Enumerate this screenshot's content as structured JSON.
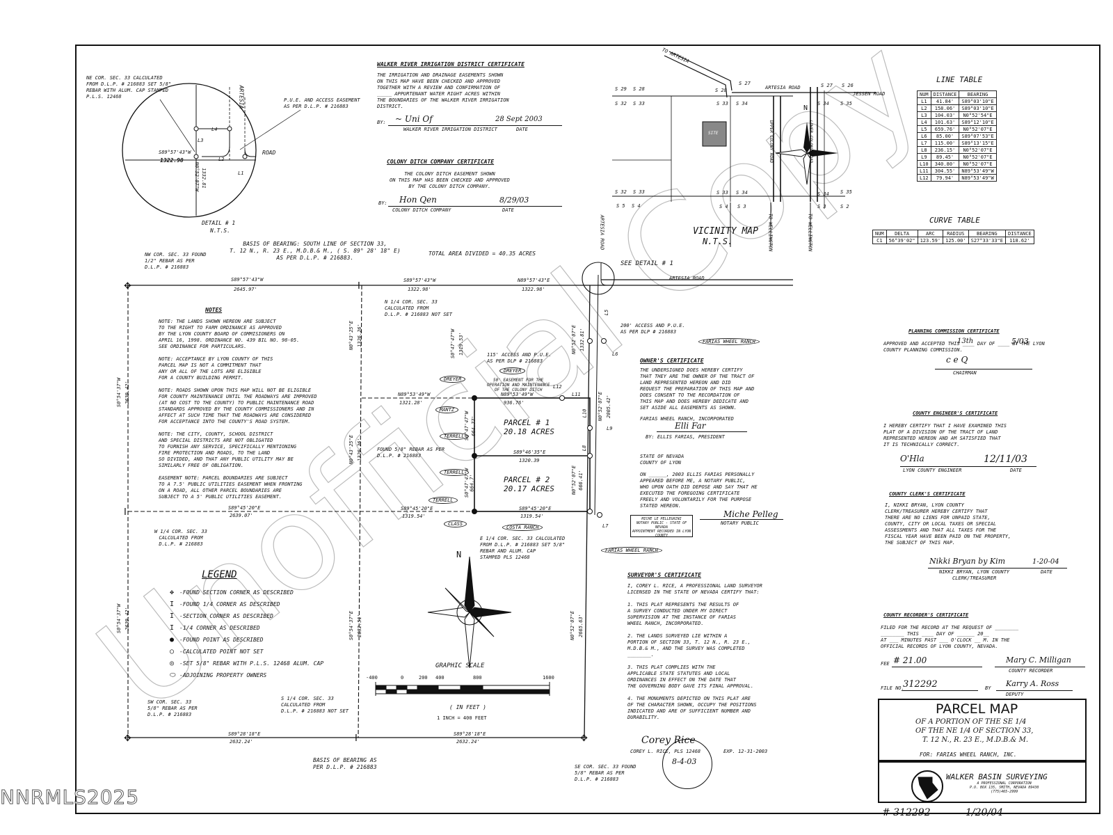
{
  "watermark": "NNRMLS2025",
  "footer": {
    "file_no": "# 312292",
    "date": "1/20/04"
  },
  "title_block": {
    "title": "PARCEL MAP",
    "line1": "OF A PORTION OF THE SE 1/4",
    "line2": "OF THE NE 1/4 OF SECTION 33,",
    "line3": "T. 12 N., R. 23 E., M.D.B.& M.",
    "for": "FOR:  FARIAS WHEEL RANCH, INC.",
    "firm": "WALKER BASIN SURVEYING",
    "firm_sub": "A PROFESSIONAL CORPORATION\nP.O. BOX 135, SMITH, NEVADA 89430\n(775)465-2999"
  },
  "detail": {
    "title": "DETAIL # 1",
    "nts": "N.T.S.",
    "ne_cor": "NE COR. SEC. 33 CALCULATED\nFROM D.L.P. # 216883 SET 5/8\"\nREBAR WITH ALUM. CAP STAMPED\nP.L.S. 12468",
    "pue": "P.U.E. AND ACCESS EASEMENT\nAS PER D.L.P. # 216883",
    "road": "ROAD",
    "artesia": "ARTESIA",
    "brg1": "S89°57'43\"W",
    "dist1": "1322.98",
    "brg2": "N0°52'07\"W",
    "dist2": "1332.81"
  },
  "walker": {
    "heading": "WALKER RIVER IRRIGATION DISTRICT CERTIFICATE",
    "body": "THE IRRIGATION AND DRAINAGE EASEMENTS SHOWN\nON THIS MAP HAVE BEEN CHECKED AND APPROVED\nTOGETHER WITH A REVIEW AND CONFIRMATION OF\n_____ APPURTENANT WATER RIGHT ACRES WITHIN\nTHE BOUNDARIES OF THE WALKER RIVER IRRIGATION\nDISTRICT.",
    "by": "BY:",
    "sign": "WALKER RIVER IRRIGATION DISTRICT",
    "date_lbl": "DATE",
    "date": "28 Sept 2003"
  },
  "colony": {
    "heading": "COLONY DITCH COMPANY CERTIFICATE",
    "body": "THE COLONY DITCH EASEMENT SHOWN\nON THIS MAP HAS BEEN CHECKED AND APPROVED\nBY THE COLONY DITCH COMPANY.",
    "by": "BY:",
    "sign": "COLONY DITCH COMPANY",
    "date_lbl": "DATE",
    "date": "8/29/03"
  },
  "basis": {
    "text": "BASIS OF BEARING:  SOUTH LINE OF SECTION 33,\nT. 12 N., R. 23 E., M.D.B.& M., ( S. 89° 28' 18\" E)\nAS PER D.L.P. # 216883.",
    "total": "TOTAL AREA DIVIDED = 40.35 ACRES"
  },
  "vicinity": {
    "title": "VICINITY MAP",
    "nts": "N.T.S.",
    "to_artesia": "TO ARTESIA",
    "artesia_road": "ARTESIA ROAD",
    "jessen": "JESSEN ROAD",
    "upper": "UPPER COLONY ROAD",
    "lower": "LOWER COLONY ROAD",
    "to_well1": "TO WELLINGTON",
    "to_well2": "TO WELLINGTON",
    "artesia_v": "ARTESIA ROAD",
    "site": "SITE",
    "s29": "S 29",
    "s28": "S 28",
    "s28b": "S 28",
    "s27": "S 27",
    "s27b": "S 27",
    "s26": "S 26",
    "s32": "S 32",
    "s33": "S 33",
    "s33b": "S 33",
    "s34": "S 34",
    "s34b": "S 34",
    "s35": "S 35",
    "s32b": "S 32",
    "s33c": "S 33",
    "s33d": "S 33",
    "s34c": "S 34",
    "s34d": "S 34",
    "s35b": "S 35",
    "s5": "S 5",
    "s4": "S 4",
    "s4b": "S 4",
    "s3": "S 3",
    "s3b": "S 3",
    "s2": "S 2"
  },
  "line_table": {
    "title": "LINE TABLE",
    "headers": [
      "NUM",
      "DISTANCE",
      "BEARING"
    ],
    "rows": [
      [
        "L1",
        "41.84'",
        "S89°03'10\"E"
      ],
      [
        "L2",
        "158.06'",
        "S89°03'10\"E"
      ],
      [
        "L3",
        "104.03'",
        "N0°52'54\"E"
      ],
      [
        "L4",
        "101.63'",
        "S89°12'10\"E"
      ],
      [
        "L5",
        "659.76'",
        "N0°52'07\"E"
      ],
      [
        "L6",
        "85.00'",
        "S89°07'53\"E"
      ],
      [
        "L7",
        "115.00'",
        "S89°13'15\"E"
      ],
      [
        "L8",
        "236.15'",
        "N0°52'07\"E"
      ],
      [
        "L9",
        "89.45'",
        "N0°52'07\"E"
      ],
      [
        "L10",
        "340.80'",
        "N0°52'07\"E"
      ],
      [
        "L11",
        "304.55'",
        "N89°53'49\"W"
      ],
      [
        "L12",
        "79.94'",
        "N89°53'49\"W"
      ]
    ]
  },
  "curve_table": {
    "title": "CURVE TABLE",
    "headers": [
      "NUM",
      "DELTA",
      "ARC",
      "RADIUS",
      "BEARING",
      "DISTANCE"
    ],
    "rows": [
      [
        "C1",
        "56°39'02\"",
        "123.59'",
        "125.00'",
        "S27°33'33\"E",
        "118.62'"
      ]
    ]
  },
  "notes": {
    "heading": "NOTES",
    "body": "NOTE:  THE LANDS SHOWN HEREON ARE SUBJECT\nTO THE RIGHT TO FARM ORDINANCE AS APPROVED\nBY THE LYON COUNTY BOARD OF COMMISIONERS ON\nAPRIL 16, 1998.  ORDINANCE NO. 439 BIL NO. 98-05.\nSEE ORDINANCE FOR PARTICULARS.\n\nNOTE:  ACCEPTANCE BY LYON COUNTY OF THIS\nPARCEL MAP IS NOT A COMMITMENT THAT\nANY OR ALL OF THE LOTS ARE ELIGIBLE\nFOR A COUNTY BUILDING PERMIT.\n\nNOTE:  ROADS SHOWN UPON THIS MAP WILL NOT BE ELIGIBLE\nFOR COUNTY MAINTENANCE UNTIL THE ROADWAYS ARE IMPROVED\n(AT NO COST TO THE COUNTY) TO PUBLIC MAINTENANCE ROAD\nSTANDARDS APPROVED BY THE COUNTY COMMISSIONERS AND IN\nAFFECT AT SUCH TIME THAT THE ROADWAYS ARE CONSIDERED\nFOR ACCEPTANCE INTO THE COUNTY'S ROAD SYSTEM.\n\nNOTE:  THE CITY, COUNTY, SCHOOL DISTRICT\nAND SPECIAL DISTRICTS ARE NOT OBLIGATED\nTO FURNISH ANY SERVICE, SPECIFICALLY MENTIONING\nFIRE PROTECTION AND ROADS, TO THE LAND\nSO DIVIDED, AND THAT ANY PUBLIC UTILITY MAY BE\nSIMILARLY FREE OF OBLIGATION.\n\nEASEMENT NOTE:  PARCEL BOUNDARIES ARE SUBJECT\nTO A 7.5' PUBLIC UTILITIES EASEMENT WHEN FRONTING\nON A ROAD, ALL OTHER PARCEL BOUNDARIES ARE\nSUBJECT TO A 5' PUBLIC UTILITIES EASEMENT."
  },
  "plat": {
    "nw_cor": "NW COR. SEC. 33 FOUND\n1/2\" REBAR AS PER\nD.L.P. # 216883",
    "n14": "N 1/4 COR. SEC. 33\nCALCULATED FROM\nD.L.P. # 216883 NOT SET",
    "see_detail": "SEE DETAIL # 1",
    "artesia_road": "ARTESIA ROAD",
    "brg_n1": "S89°57'43\"W",
    "dist_n1": "2645.97'",
    "brg_n2": "S89°57'43\"W",
    "dist_n2": "1322.98'",
    "brg_n3": "N89°57'43\"E",
    "dist_n3": "1322.98'",
    "access200": "200' ACCESS AND P.U.E.\nAS PER DLP # 216883",
    "access115": "115' ACCESS AND P.U.E.\nAS PER DLP # 216883",
    "ditch": "50' EASEMENT FOR THE\nOPERATION AND MAINTENANCE\nOF THE COLONY DITCH",
    "p1_name": "PARCEL # 1",
    "p1_acres": "20.18 ACRES",
    "p2_name": "PARCEL # 2",
    "p2_acres": "20.17 ACRES",
    "brg_p1n": "N89°53'49\"W",
    "dist_p1n": "936.76'",
    "brg_w1": "N89°53'49\"W",
    "dist_w1": "1321.28'",
    "brg_mid": "S89°46'35\"E",
    "dist_mid": "1320.39",
    "found_rebar": "FOUND 5/8\" REBAR AS PER\nD.L.P. # 216883",
    "brg_c1": "S89°45'20\"E",
    "dist_c1": "2639.07'",
    "brg_c2": "S89°45'20\"E",
    "dist_c2": "1319.54'",
    "brg_c3": "S89°45'20\"E",
    "dist_c3": "1319.54'",
    "w14": "W 1/4  COR. SEC. 33\nCALCULATED FROM\nD.L.P. # 216883",
    "e14": "E 1/4 COR. SEC. 33 CALCULATED\nFROM D.L.P. # 216883 SET 5/8\"\nREBAR AND ALUM. CAP\nSTAMPED PLS 12468",
    "sw_cor": "SW COR. SEC. 33\n5/8\" REBAR AS PER\nD.L.P. # 216883",
    "s14": "S 1/4 COR. SEC. 33\nCALCULATED FROM\nD.L.P. # 216883 NOT SET",
    "se_cor": "SE COR. SEC. 33 FOUND\n5/8\" REBAR AS PER\nD.L.P. # 216883",
    "brg_s1": "S89°28'18\"E",
    "dist_s1": "2632.24'",
    "brg_s2": "S89°28'18\"E",
    "dist_s2": "2632.24'",
    "basis2": "BASIS OF BEARING AS\nPER D.L.P. # 216883",
    "v_w1": "S0°54'37\"W",
    "v_w1d": "2639.42'",
    "v_w2": "S0°54'37\"W",
    "v_w2d": "2639.42'",
    "v_m1": "N0°43'25\"E",
    "v_m1d": "1326.26'",
    "v_m2": "N0°43'25\"E",
    "v_m2d": "1326.26'",
    "v_m3": "S0°47'47\"W",
    "v_m3d": "1319.53'",
    "v_m4": "S0°54'37\"E",
    "v_m4d": "2632.51'",
    "v_e1": "N0°52'07\"E",
    "v_e1d": "1332.81'",
    "v_e2": "N0°52'07\"E",
    "v_e2d": "2005.42'",
    "v_e3": "N0°52'07\"E",
    "v_e3d": "2665.63'",
    "v_e4": "N0°52'07\"E",
    "v_e4d": "666.41'",
    "v_p1": "S0°47'47\"W",
    "v_p1d": "664.77'",
    "v_p2": "S0°47'47\"W",
    "v_p2d": "664.7'",
    "lbl_l5": "L5",
    "lbl_l6": "L6",
    "lbl_l7": "L7",
    "lbl_l8": "L8",
    "lbl_l9": "L9",
    "lbl_l10": "L10",
    "lbl_l11": "L11",
    "lbl_l12": "L12",
    "detail_l1": "L1",
    "detail_l2": "L2",
    "detail_l3": "L3",
    "detail_l4": "L4",
    "adj": [
      "DREYER",
      "DREYER",
      "MANTZ",
      "TERRELL",
      "TERRELL",
      "TERRELL",
      "CLASS",
      "COSTA RANCH",
      "FARIAS WHEEL RANCH",
      "FARIAS WHEEL RANCH"
    ]
  },
  "legend": {
    "title": "LEGEND",
    "items": [
      "-FOUND SECTION CORNER AS DESCRIBED",
      "-FOUND 1/4 CORNER AS DESCRIBED",
      "-SECTION CORNER AS DESCRIBED",
      "-1/4 CORNER AS DESCRIBED",
      "-FOUND POINT AS DESCRIBED",
      "-CALCULATED POINT NOT SET",
      "-SET 5/8\" REBAR WITH P.L.S. 12468 ALUM. CAP",
      "-ADJOINING PROPERTY OWNERS"
    ],
    "symbols": [
      "✥",
      "I",
      "I",
      "I",
      "●",
      "○",
      "◎",
      "⬭"
    ]
  },
  "scale": {
    "title": "GRAPHIC SCALE",
    "ticks": [
      "-400",
      "0",
      "200",
      "400",
      "800",
      "1600"
    ],
    "unit": "( IN FEET )",
    "ratio": "1 inch = 400 feet"
  },
  "owners": {
    "heading": "OWNER'S CERTIFICATE",
    "body": "THE UNDERSIGNED DOES HEREBY CERTIFY\nTHAT THEY ARE THE OWNER OF THE TRACT OF\nLAND REPRESENTED HEREON AND DID\nREQUEST THE PREPARATION OF THIS MAP AND\nDOES CONSENT TO THE RECORDATION OF\nTHIS MAP AND DOES HEREBY DEDICATE AND\nSET ASIDE ALL EASEMENTS AS SHOWN.",
    "company": "FARIAS WHEEL RANCH, INCORPORATED",
    "by": "BY:  ELLIS FARIAS,  PRESIDENT",
    "state": "STATE OF NEVADA\nCOUNTY OF LYON",
    "notary_body": "ON ______, 2003 ELLIS FARIAS PERSONALLY\nAPPEARED BEFORE ME, A NOTARY PUBLIC,\nWHO UPON OATH DID DEPOSE AND SAY THAT HE\nEXECUTED THE FOREGOING CERTIFICATE\nFREELY AND VOLUNTARILY FOR THE PURPOSE\nSTATED HEREON.",
    "notary": "NOTARY PUBLIC",
    "seal": "MICHE LE PELLEGRINI\nNotary Public - State of Nevada\nAppointment Recorded in Lyon County"
  },
  "planning": {
    "heading": "PLANNING COMMISSION CERTIFICATE",
    "body": "APPROVED AND ACCEPTED THIS ____ DAY OF ____ BY THE LYON\nCOUNTY PLANNING COMMISSION.",
    "chair": "CHAIRMAN",
    "day": "13th",
    "month": "5/03"
  },
  "engineer": {
    "heading": "COUNTY ENGINEER'S CERTIFICATE",
    "body": "I HEREBY CERTIFY THAT I HAVE EXAMINED THIS\nPLAT OF A DIVISION OF THE TRACT OF LAND\nREPRESENTED HEREON AND AM SATISFIED THAT\nIT IS TECHNICALLY CORRECT.",
    "sign": "LYON COUNTY ENGINEER",
    "date_lbl": "DATE",
    "date": "12/11/03"
  },
  "clerk": {
    "heading": "COUNTY CLERK'S CERTIFICATE",
    "body": "I, NIKKI BRYAN, LYON COUNTY\nCLERK/TREASURER HEREBY CERTIFY THAT\nTHERE ARE NO LIENS FOR UNPAID STATE,\nCOUNTY, CITY OR LOCAL TAXES OR SPECIAL\nASSESSMENTS AND THAT ALL TAXES FOR THE\nFISCAL YEAR HAVE BEEN PAID ON THE PROPERTY,\nTHE SUBJECT OF THIS MAP.",
    "sign": "NIKKI BRYAN, LYON COUNTY\nCLERK/TREASURER",
    "date_lbl": "DATE",
    "date": "1-20-04"
  },
  "recorder": {
    "heading": "COUNTY RECORDER'S CERTIFICATE",
    "body": "FILED FOR THE RECORD AT THE REQUEST OF ________\n________ THIS ____ DAY OF ______ 20__\nAT ___ MINUTES PAST ___ O'CLOCK __ M. IN THE\nOFFICIAL RECORDS OF LYON COUNTY, NEVADA.",
    "fee_lbl": "FEE",
    "fee": "# 21.00",
    "recorder": "COUNTY RECORDER",
    "file_lbl": "FILE NO.",
    "file": "312292",
    "by": "BY",
    "deputy": "DEPUTY",
    "rec_name": "Mary C. Milligan",
    "dep_name": "Karry A. Ross"
  },
  "surveyor": {
    "heading": "SURVEYOR'S CERTIFICATE",
    "body": "I, COREY L. RICE, A PROFESSIONAL LAND SURVEYOR\nLICENSED IN THE STATE OF NEVADA CERTIFY THAT:\n\n1.  THIS PLAT REPRESENTS THE RESULTS OF\nA SURVEY CONDUCTED UNDER MY DIRECT\nSUPERVISION AT THE INSTANCE OF FARIAS\nWHEEL RANCH, INCORPORATED.\n\n2.  THE LANDS SURVEYED LIE WITHIN A\nPORTION OF SECTION 33, T. 12 N., R. 23 E.,\nM.D.B.& M., AND THE SURVEY WAS COMPLETED\n________.\n\n3.  THIS PLAT COMPLIES WITH THE\nAPPLICABLE STATE STATUTES AND LOCAL\nORDINANCES IN EFFECT ON THE DATE THAT\nTHE GOVERNING BODY GAVE ITS FINAL APPROVAL.\n\n4.  THE MONUMENTS DEPICTED ON THIS PLAT ARE\nOF THE CHARACTER SHOWN, OCCUPY THE POSITIONS\nINDICATED AND ARE OF SUFFICIENT NUMBER AND\nDURABILITY.",
    "sign": "COREY L. RICE, PLS 12468",
    "exp": "exp. 12-31-2003",
    "seal_date": "8-4-03"
  },
  "north": "N",
  "big_watermark": "Unofficial Copy"
}
